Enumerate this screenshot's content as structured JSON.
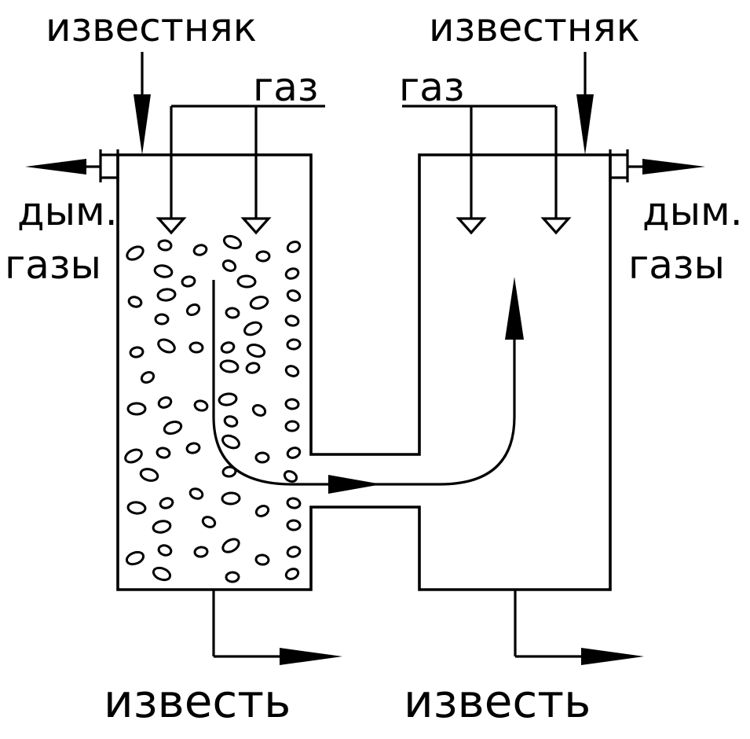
{
  "labels": {
    "limestone_left": "известняк",
    "limestone_right": "известняк",
    "gas_left": "газ",
    "gas_right": "газ",
    "flue_left_1": "дым.",
    "flue_left_2": "газы",
    "flue_right_1": "дым.",
    "flue_right_2": "газы",
    "lime_left": "известь",
    "lime_right": "известь"
  }
}
